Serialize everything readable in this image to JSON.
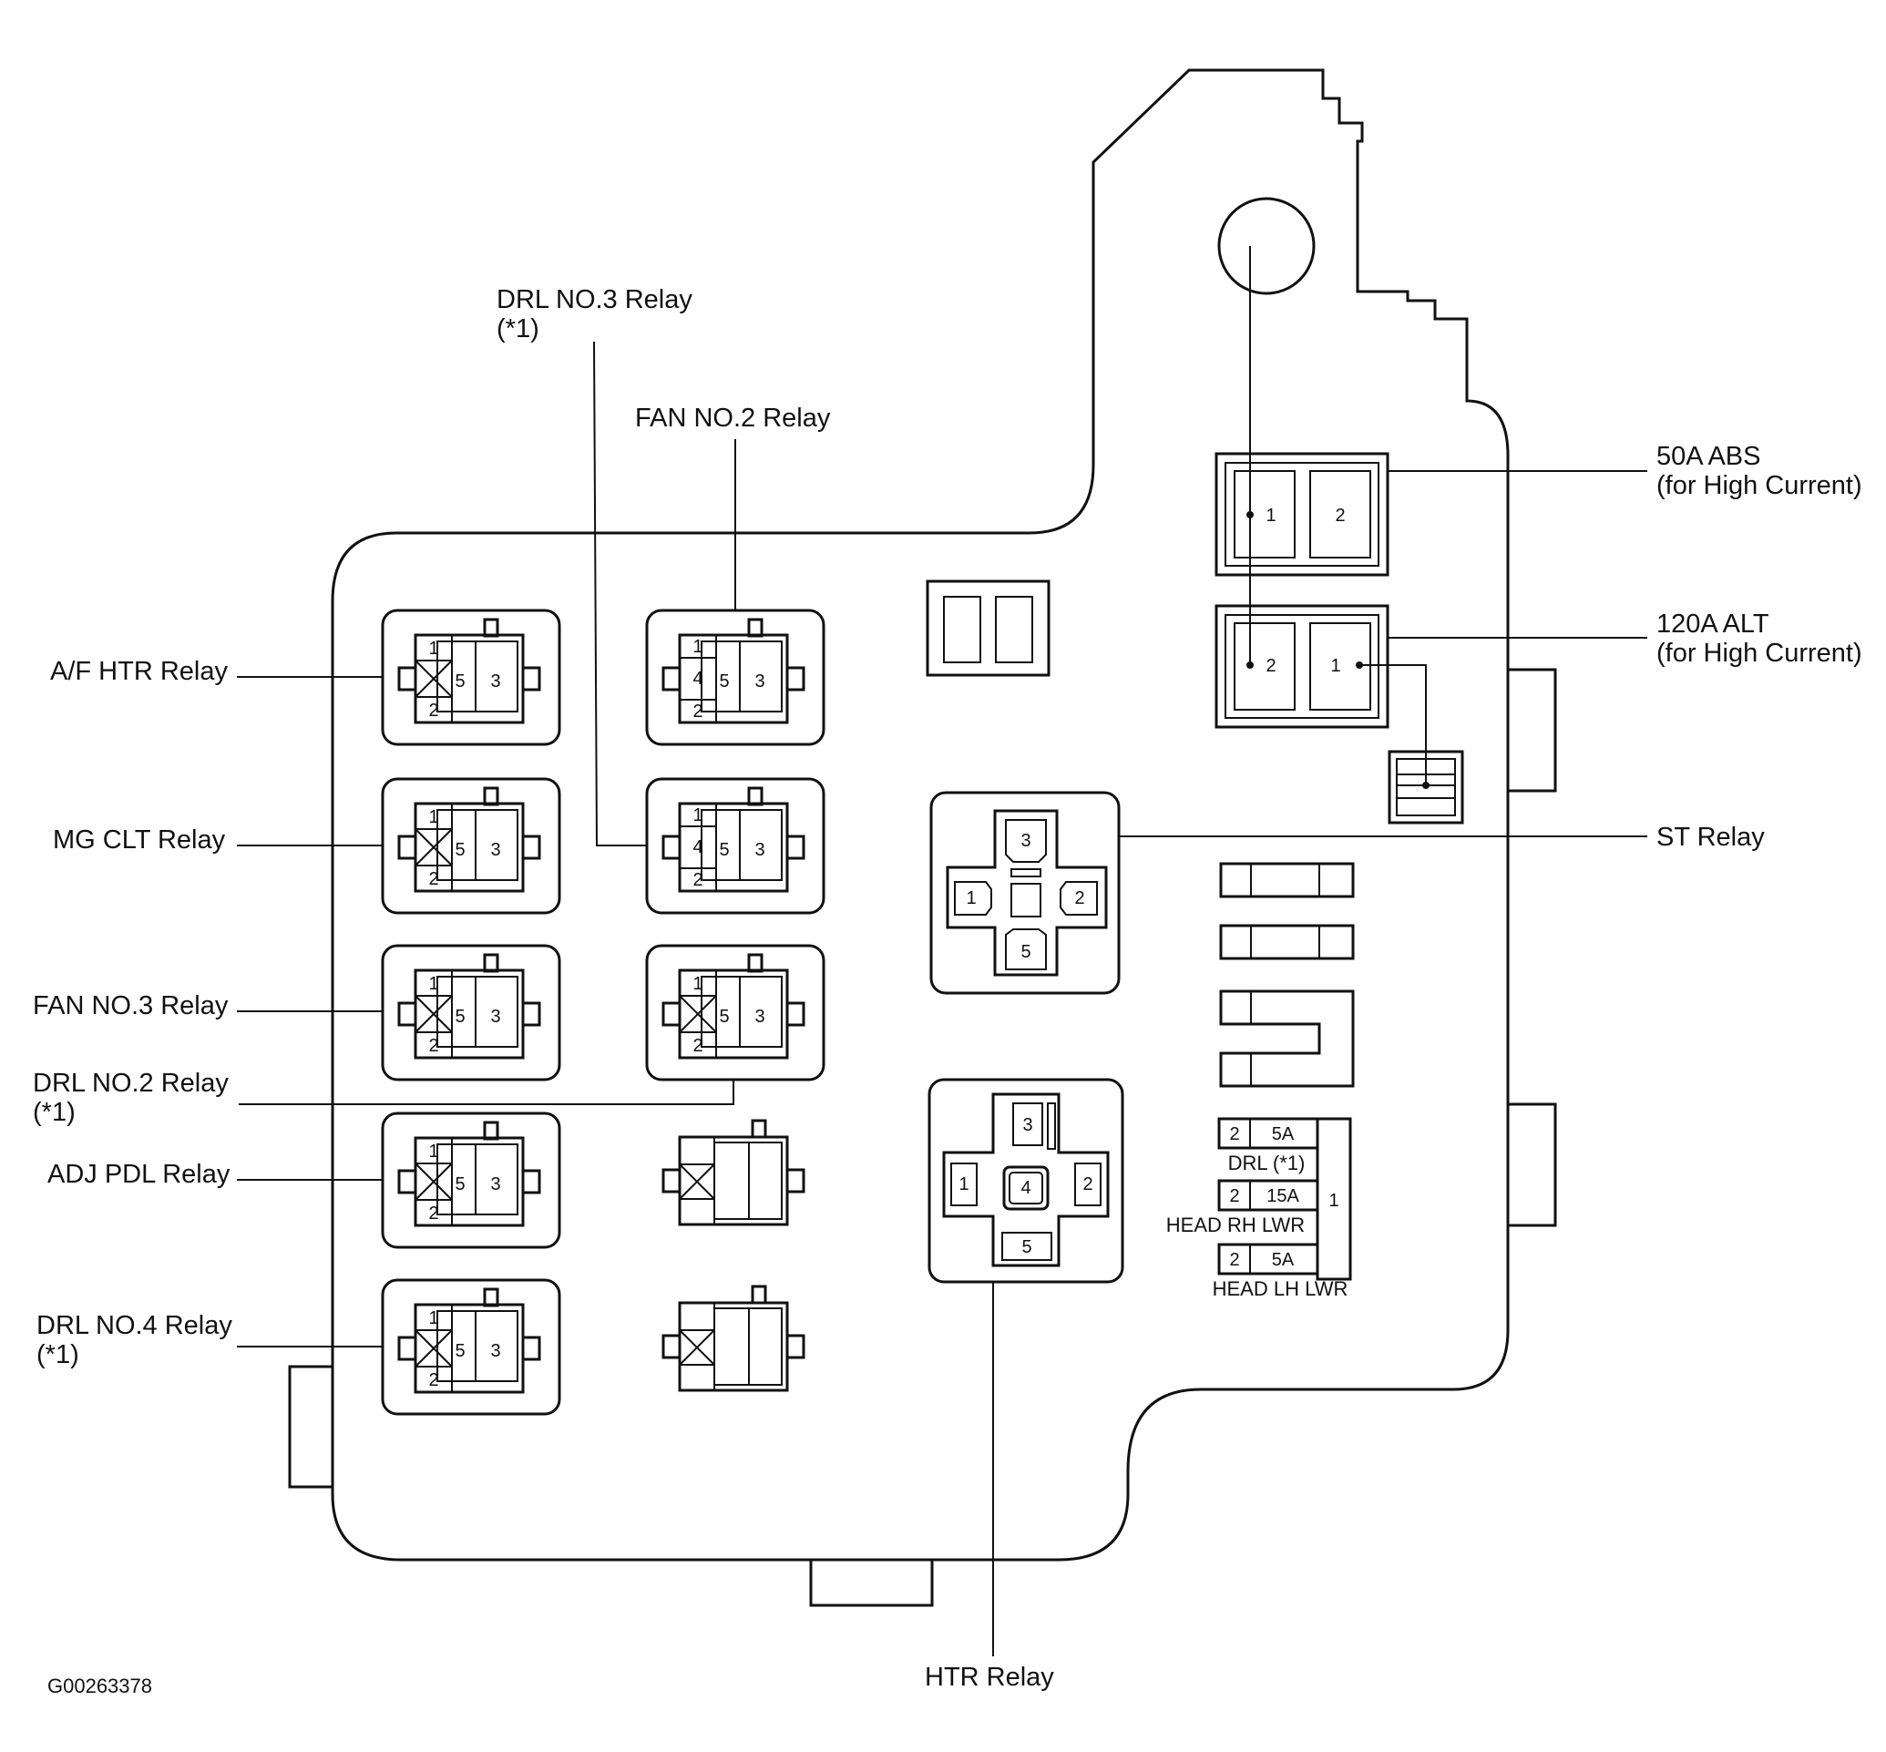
{
  "labels": {
    "drl3_line1": "DRL NO.3 Relay",
    "drl3_line2": "(*1)",
    "fan2": "FAN NO.2 Relay",
    "af_htr": "A/F HTR Relay",
    "mg_clt": "MG CLT Relay",
    "fan3": "FAN NO.3 Relay",
    "drl2_line1": "DRL NO.2 Relay",
    "drl2_line2": "(*1)",
    "adj_pdl": "ADJ PDL Relay",
    "drl4_line1": "DRL NO.4 Relay",
    "drl4_line2": "(*1)",
    "abs_line1": "50A ABS",
    "abs_line2": "(for High Current)",
    "alt_line1": "120A ALT",
    "alt_line2": "(for High Current)",
    "st": "ST Relay",
    "htr": "HTR Relay"
  },
  "pins": {
    "p1": "1",
    "p2": "2",
    "p3": "3",
    "p4": "4",
    "p5": "5"
  },
  "small_fuses": {
    "drl": {
      "pin": "2",
      "amp": "5A",
      "name": "DRL (*1)"
    },
    "head_rh": {
      "pin": "2",
      "amp": "15A",
      "name": "HEAD RH LWR"
    },
    "head_lh": {
      "pin": "2",
      "amp": "5A",
      "name": "HEAD LH LWR"
    },
    "common_pin": "1"
  },
  "figure_code": "G00263378"
}
